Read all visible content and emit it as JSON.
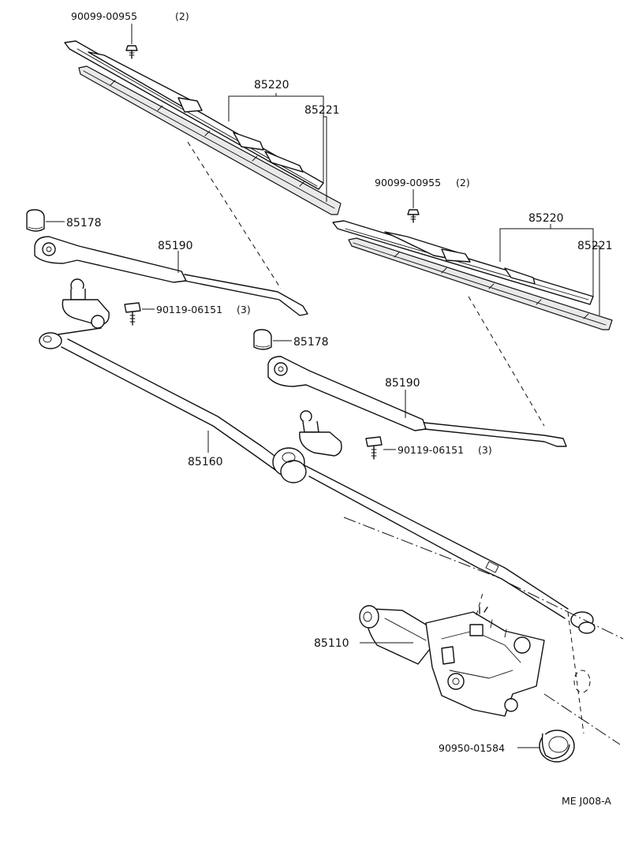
{
  "parts": {
    "screw_upper": "90099-00955",
    "screw_upper_qty": "(2)",
    "screw_right": "90099-00955",
    "screw_right_qty": "(2)",
    "blade_left_assy": "85220",
    "blade_left_insert": "85221",
    "blade_right_assy": "85220",
    "blade_right_insert": "85221",
    "cap_left": "85178",
    "cap_right": "85178",
    "arm_left": "85190",
    "arm_right": "85190",
    "bolt_left": "90119-06151",
    "bolt_left_qty": "(3)",
    "bolt_right": "90119-06151",
    "bolt_right_qty": "(3)",
    "link": "85160",
    "motor": "85110",
    "grommet": "90950-01584"
  },
  "footer": {
    "code": "ME J008-A"
  }
}
